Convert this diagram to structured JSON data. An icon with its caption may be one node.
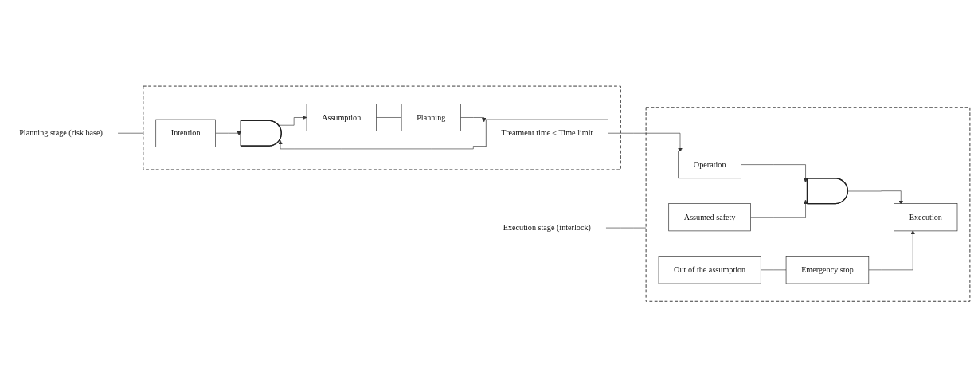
{
  "diagram": {
    "nodes": [
      {
        "text": [],
        "shape": "box"
      },
      {
        "text": [
          "Intention"
        ],
        "in": 0
      },
      {
        "text": [],
        "shape": "gate",
        "in": 0
      },
      {
        "text": [
          "Assumption"
        ],
        "in": 0
      },
      {
        "text": [
          "Planning"
        ],
        "in": 0
      },
      {
        "text": [
          "Treatment time＜Time limit"
        ],
        "in": 0
      },
      {
        "text": [
          "Planning stage (risk base)"
        ]
      },
      {
        "text": [],
        "shape": "box"
      },
      {
        "text": [
          "Operation"
        ],
        "in": 7
      },
      {
        "text": [
          "Assumed safety"
        ],
        "in": 7
      },
      {
        "text": [
          "Out of the assumption"
        ],
        "in": 7
      },
      {
        "text": [
          "Emergency stop"
        ],
        "in": 7
      },
      {
        "text": [],
        "shape": "gate",
        "in": 7
      },
      {
        "text": [
          "Execution"
        ],
        "in": 7
      },
      {
        "text": [
          "Execution stage (interlock)"
        ]
      }
    ],
    "edges": [
      {
        "from": 1,
        "to": 2,
        "arrow": "to"
      },
      {
        "from": 5,
        "to": 2,
        "arrow": "to"
      },
      {
        "from": 2,
        "to": 3,
        "arrow": "to"
      },
      {
        "from": 3,
        "to": 4,
        "arrow": "none"
      },
      {
        "from": 4,
        "to": 5,
        "arrow": "to"
      },
      {
        "from": 5,
        "to": 8,
        "arrow": "to"
      },
      {
        "from": 8,
        "to": 12,
        "arrow": "to"
      },
      {
        "from": 9,
        "to": 12,
        "arrow": "to"
      },
      {
        "from": 12,
        "to": 13,
        "arrow": "to"
      },
      {
        "from": 10,
        "to": 11,
        "arrow": "none"
      },
      {
        "from": 11,
        "to": 13,
        "arrow": "to"
      },
      {
        "from": 6,
        "to": 0,
        "arrow": "none"
      },
      {
        "from": 14,
        "to": 7,
        "arrow": "none"
      }
    ]
  }
}
